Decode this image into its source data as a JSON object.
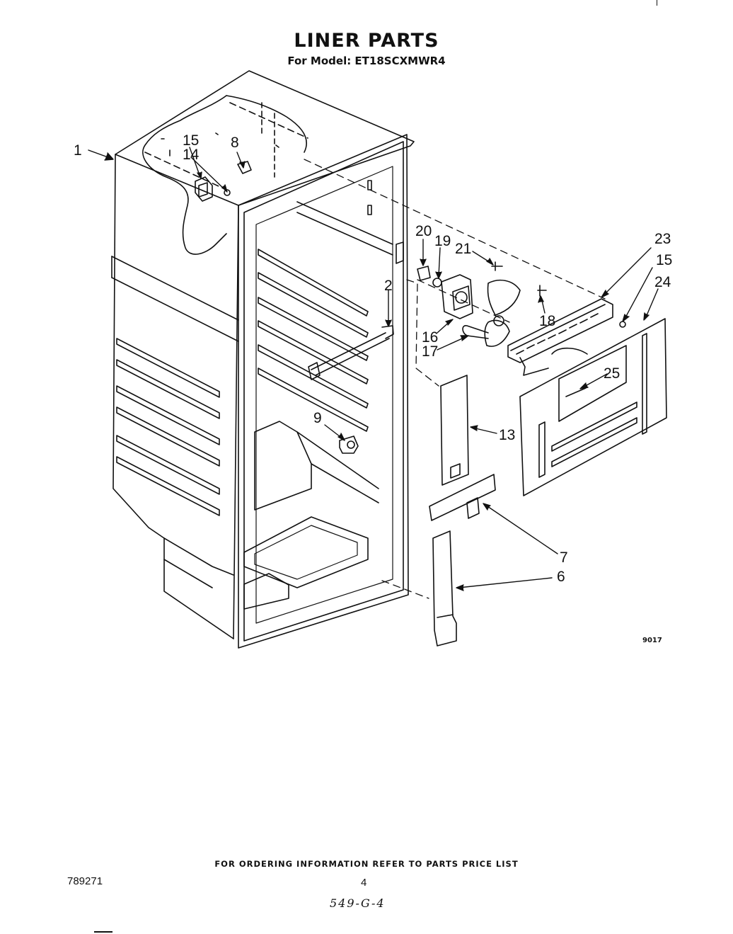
{
  "header": {
    "title": "LINER PARTS",
    "subtitle": "For Model: ET18SCXMWR4"
  },
  "callouts": [
    "1",
    "15",
    "14",
    "8",
    "2",
    "9",
    "20",
    "19",
    "21",
    "23",
    "15",
    "24",
    "18",
    "16",
    "17",
    "25",
    "13",
    "7",
    "6"
  ],
  "figure_code": "9017",
  "footer": {
    "ordering_note": "FOR ORDERING INFORMATION REFER TO PARTS PRICE LIST",
    "document_number": "789271",
    "page_number": "4",
    "handwritten_note": "549-G-4"
  }
}
